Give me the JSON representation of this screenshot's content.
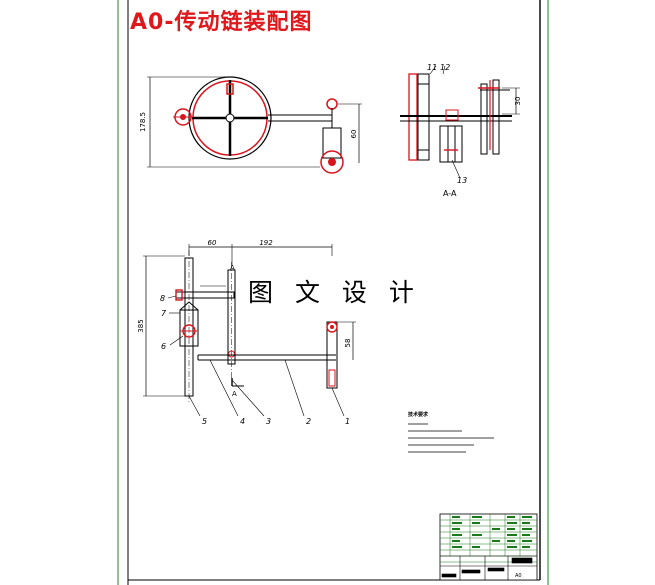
{
  "sheet": {
    "title": "A0-传动链装配图",
    "watermark": "图 文 设 计"
  },
  "front_view": {
    "dims": {
      "height": "178.5",
      "right_height": "60"
    }
  },
  "section_view": {
    "label": "A-A",
    "balloons": [
      "11",
      "12",
      "13"
    ],
    "dim": "30"
  },
  "main_view": {
    "dims": {
      "left": "60",
      "top": "192",
      "height": "385",
      "post": "58"
    },
    "section_marks": [
      "A",
      "A"
    ],
    "balloons": [
      "8",
      "7",
      "6",
      "5",
      "4",
      "3",
      "2",
      "1"
    ]
  },
  "notes": {
    "heading": "技术要求"
  },
  "title_block": {
    "scale": "A0"
  },
  "colors": {
    "line": "#000000",
    "part_red": "#d8141c",
    "title": "#e0181c",
    "block_green": "#1a7a1a"
  }
}
